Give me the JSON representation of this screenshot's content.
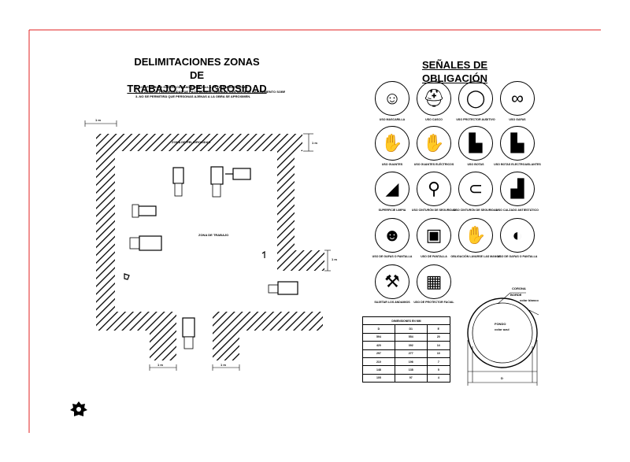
{
  "titles": {
    "delimitaciones_line1": "DELIMITACIONES ZONAS DE",
    "delimitaciones_line2": "TRABAJO Y PELIGROSIDAD",
    "senales": "SEÑALES DE OBLIGACIÓN"
  },
  "notes": [
    "1.-LOS POSIBLES DAÑOS, CERRADO CON VALLA METÁLICA AUTÓNOMA.",
    "2.-LA ZONA DE PELIGROSIDAD DE FÁCIL ACCESO UBICADA CON CINTA DE BALIZAMIENTO SOBRE SOPORTES.",
    "3.-NO SE PERMITIRÁ QUE PERSONAS AJENAS A LA OBRA SE APROXIMEN."
  ],
  "plan_labels": {
    "zona_peligrosidad": "ZONA DE PELIGROSIDAD",
    "zona_trabajo": "ZONA DE TRABAJO",
    "dim_1m": "1 m"
  },
  "signs": [
    {
      "icon": "mask-icon",
      "glyph": "☺",
      "label": "USO MASCARILLA"
    },
    {
      "icon": "helmet-icon",
      "glyph": "⛑",
      "label": "USO CASCO"
    },
    {
      "icon": "ear-protector-icon",
      "glyph": "◯",
      "label": "USO PROTECTOR AUDITIVO"
    },
    {
      "icon": "goggles-icon",
      "glyph": "∞",
      "label": "USO GAFAS"
    },
    {
      "icon": "gloves-icon",
      "glyph": "✋",
      "label": "USO GUANTES"
    },
    {
      "icon": "insulating-gloves-icon",
      "glyph": "✋",
      "label": "USO GUANTES ELÉCTRICOS"
    },
    {
      "icon": "boots-icon",
      "glyph": "▙",
      "label": "USO BOTAS"
    },
    {
      "icon": "electrical-boots-icon",
      "glyph": "▙",
      "label": "USO BOTAS ELECTROAISLANTES"
    },
    {
      "icon": "clean-surface-icon",
      "glyph": "◢",
      "label": "SUPERFICIE LIMPIA"
    },
    {
      "icon": "safety-belt-icon",
      "glyph": "⚲",
      "label": "USO CINTURÓN DE SEGURIDAD"
    },
    {
      "icon": "lumbar-belt-icon",
      "glyph": "⊂",
      "label": "USO CINTURÓN DE SEGURIDAD"
    },
    {
      "icon": "safety-footwear-icon",
      "glyph": "▟",
      "label": "USO CALZADO ANTIESTÁTICO"
    },
    {
      "icon": "face-shield-icon",
      "glyph": "☻",
      "label": "USO DE GAFAS O PANTALLA"
    },
    {
      "icon": "welding-screen-icon",
      "glyph": "▣",
      "label": "USO DE PANTALLA"
    },
    {
      "icon": "hand-wash-icon",
      "glyph": "✋",
      "label": "OBLIGACIÓN LAVARSE LAS MANOS"
    },
    {
      "icon": "screen-goggles-icon",
      "glyph": "◐",
      "label": "USO DE GAFAS O PANTALLA"
    },
    {
      "icon": "scaffold-icon",
      "glyph": "⚒",
      "label": "SUJETAR LOS ANDAMIOS"
    },
    {
      "icon": "fence-icon",
      "glyph": "▦",
      "label": "USO DE PROTECTOR FACIAL"
    }
  ],
  "circle_detail": {
    "corona": "CORONA",
    "borde": "BORDE",
    "color_blanco": "color blanco",
    "fondo": "FONDO",
    "color_azul": "color azul",
    "d": "D"
  },
  "dims_table": {
    "title": "DIMENSIONES EN MM",
    "headers": [
      "D",
      "D1",
      "E"
    ],
    "rows": [
      [
        "594",
        "554",
        "20"
      ],
      [
        "420",
        "392",
        "14"
      ],
      [
        "297",
        "277",
        "10"
      ],
      [
        "210",
        "196",
        "7"
      ],
      [
        "148",
        "138",
        "5"
      ],
      [
        "105",
        "97",
        "4"
      ]
    ]
  }
}
